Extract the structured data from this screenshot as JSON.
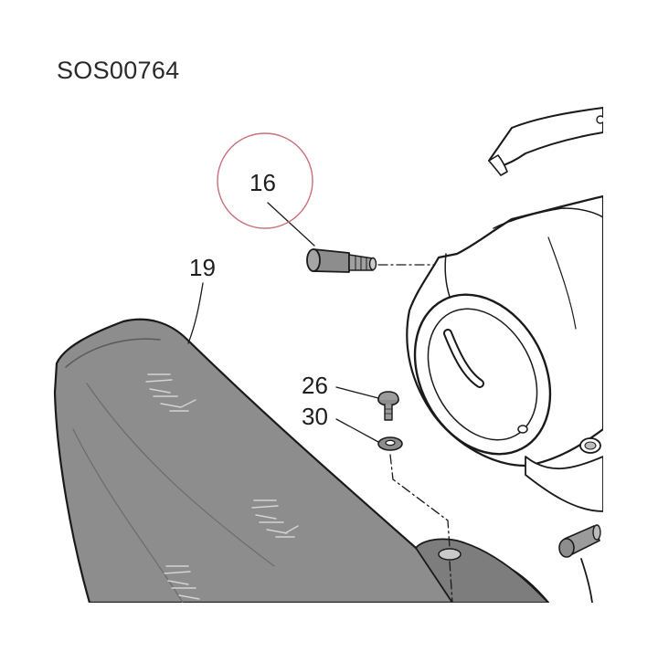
{
  "diagram": {
    "code": "SOS00764",
    "callouts": {
      "c16": "16",
      "c19": "19",
      "c26": "26",
      "c30": "30"
    },
    "highlight_color": "#c7707a",
    "part_fill": "#8d8d8d",
    "line_color": "#1a1a1a"
  }
}
